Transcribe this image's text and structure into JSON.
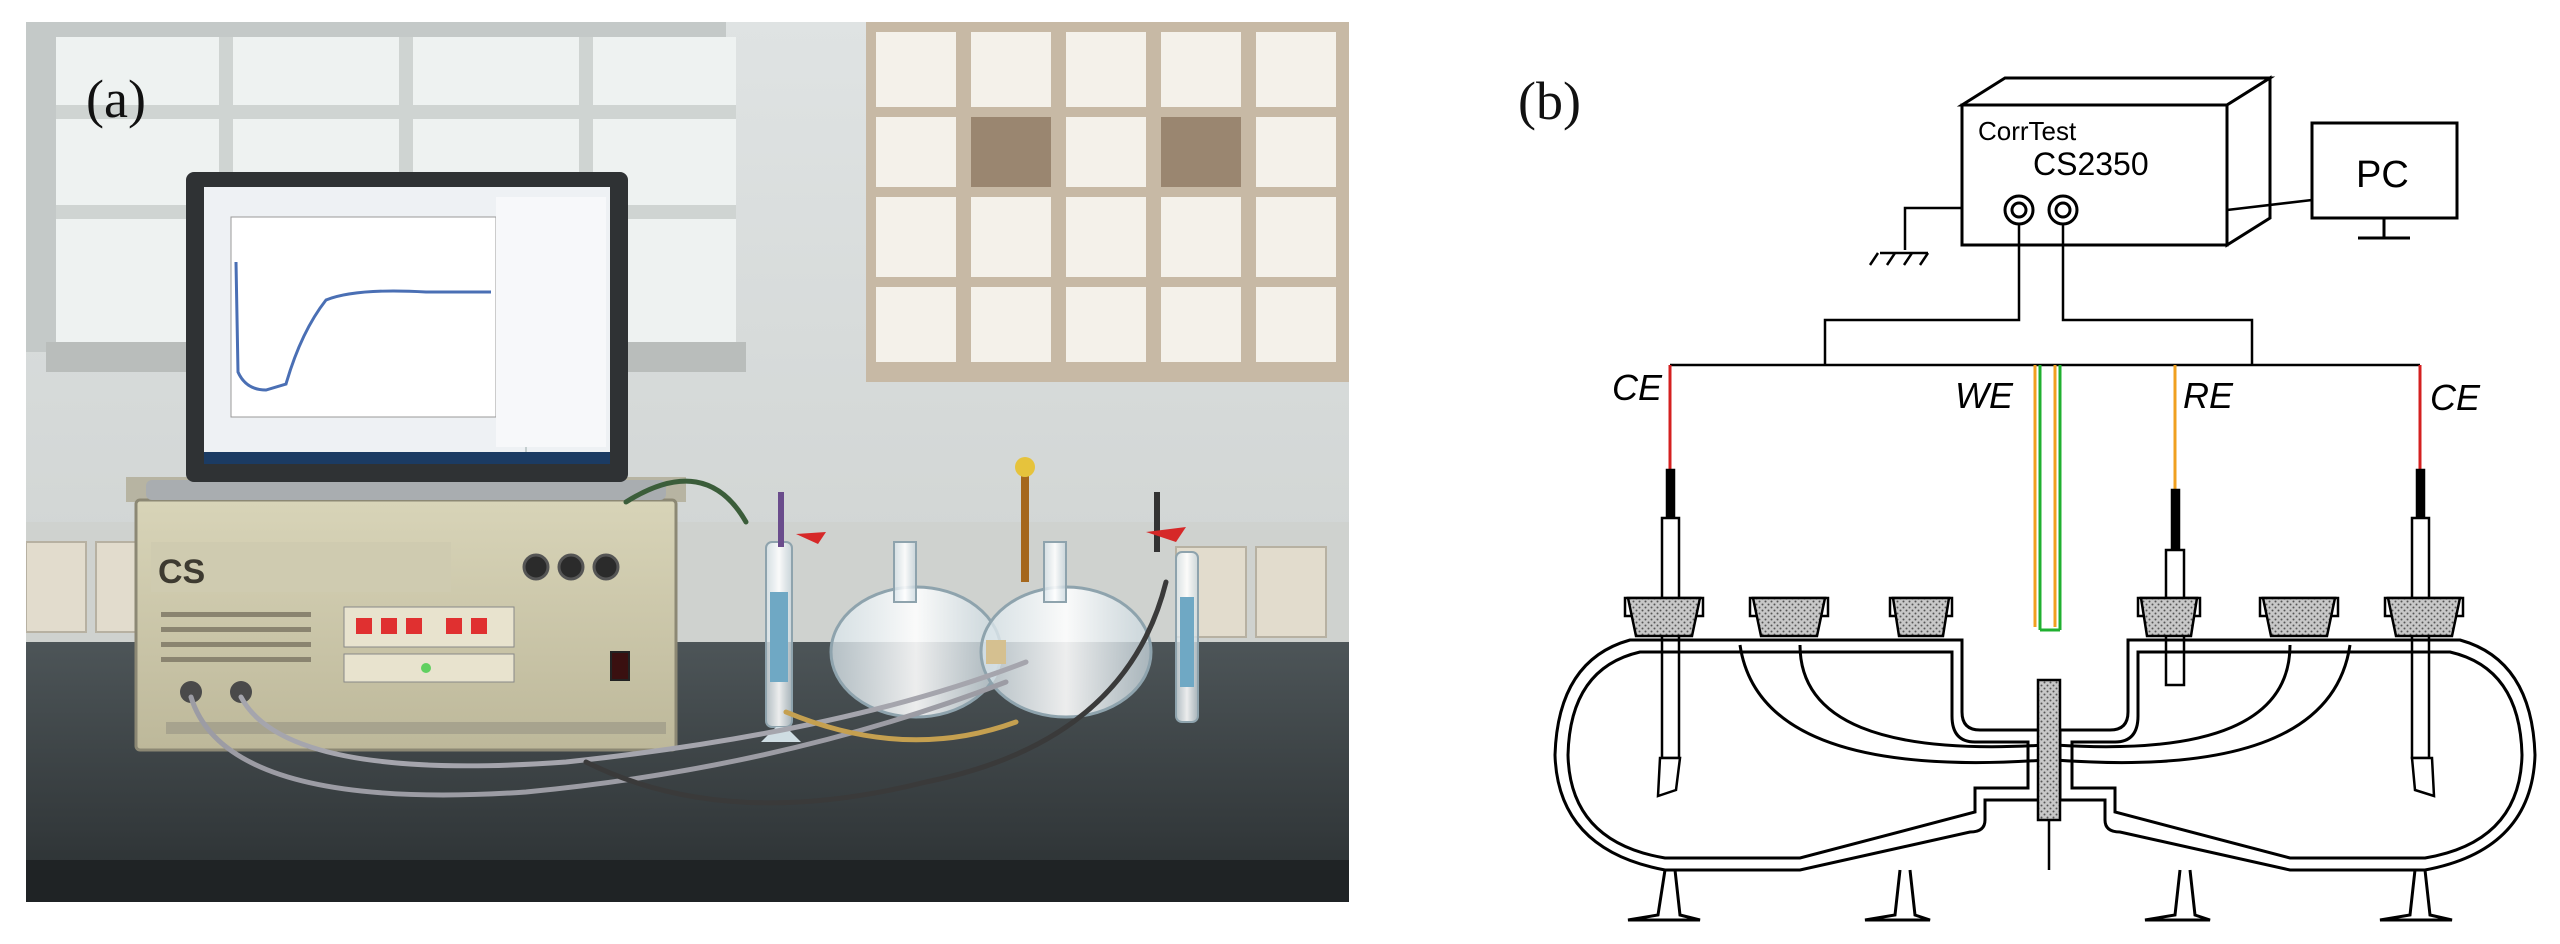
{
  "panels": {
    "a": {
      "label": "(a)"
    },
    "b": {
      "label": "(b)"
    }
  },
  "instrument": {
    "brand": "CorrTest",
    "model": "CS2350",
    "front_badge": "CS"
  },
  "computer": {
    "label": "PC"
  },
  "electrodes": {
    "counter_left": "CE",
    "working": "WE",
    "reference": "RE",
    "counter_right": "CE"
  },
  "colors": {
    "counter_electrode_lead": "#d42020",
    "working_lead_orange": "#f0a020",
    "working_lead_green": "#20b030",
    "reference_lead": "#f0a020",
    "hatch_fill": "#9a9a9a"
  }
}
